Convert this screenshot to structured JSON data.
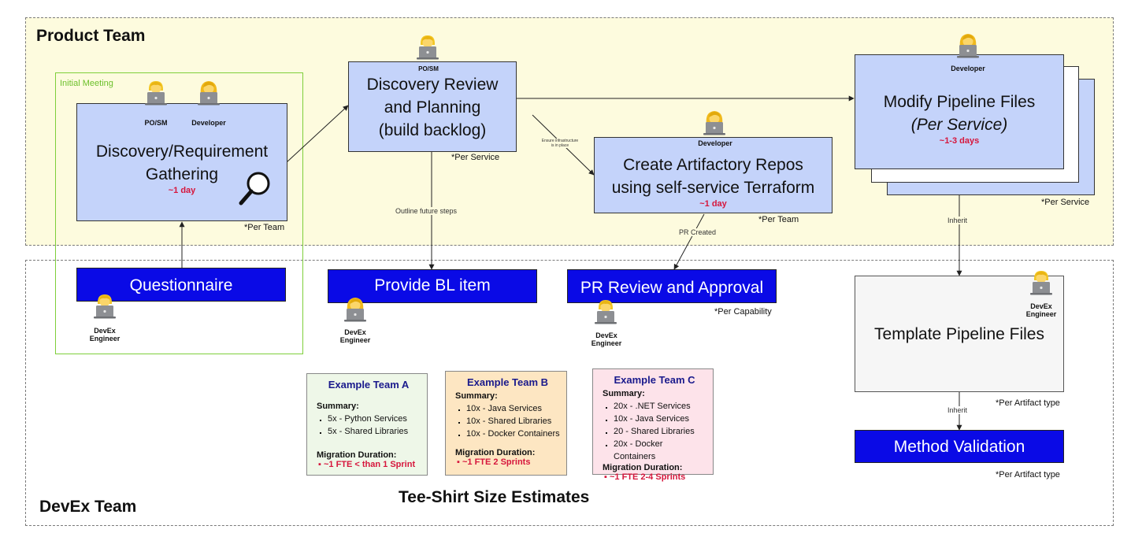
{
  "zones": {
    "product": "Product Team",
    "devex": "DevEx Team",
    "initial_meeting": "Initial Meeting"
  },
  "roles": {
    "po_sm": "PO/SM",
    "developer": "Developer",
    "devex_engineer_line1": "DevEx",
    "devex_engineer_line2": "Engineer"
  },
  "boxes": {
    "discovery": {
      "title_line1": "Discovery/Requirement",
      "title_line2": "Gathering",
      "duration": "~1 day",
      "note": "*Per Team"
    },
    "review": {
      "title_line1": "Discovery Review",
      "title_line2": "and Planning",
      "title_line3": "(build backlog)",
      "note": "*Per Service"
    },
    "artifactory": {
      "title_line1": "Create Artifactory Repos",
      "title_line2": "using self-service Terraform",
      "duration": "~1 day",
      "note": "*Per Team"
    },
    "pipeline": {
      "title_line1": "Modify Pipeline Files",
      "title_line2": "(Per Service)",
      "duration": "~1-3 days",
      "note": "*Per Service"
    },
    "template": {
      "title": "Template Pipeline Files",
      "note": "*Per Artifact type"
    },
    "questionnaire": {
      "title": "Questionnaire"
    },
    "bl_item": {
      "title": "Provide BL item"
    },
    "pr_review": {
      "title": "PR Review and Approval",
      "note": "*Per Capability"
    },
    "method": {
      "title": "Method Validation",
      "note": "*Per Artifact type"
    }
  },
  "edges": {
    "outline": "Outline future steps",
    "ensure_line1": "Ensure infrastructure",
    "ensure_line2": "is in place",
    "pr_created": "PR Created",
    "inherit1": "Inherit",
    "inherit2": "Inherit"
  },
  "estimates": {
    "title": "Tee-Shirt Size Estimates",
    "summary_label": "Summary:",
    "duration_label": "Migration Duration:",
    "teams": [
      {
        "name": "Example Team A",
        "items": [
          "5x - Python Services",
          "5x - Shared Libraries"
        ],
        "duration": "~1 FTE < than 1 Sprint",
        "bg": "#eef7e8"
      },
      {
        "name": "Example Team B",
        "items": [
          "10x - Java Services",
          "10x - Shared Libraries",
          "10x - Docker Containers"
        ],
        "duration": "~1 FTE 2 Sprints",
        "bg": "#fde6c2"
      },
      {
        "name": "Example Team C",
        "items": [
          "20x - .NET Services",
          "10x - Java Services",
          "20 - Shared Libraries",
          "20x - Docker Containers"
        ],
        "duration": "~1 FTE  2-4 Sprints",
        "bg": "#fde3ea"
      }
    ]
  },
  "colors": {
    "product_zone": "#fdfbde",
    "process_box": "#c4d3fa",
    "devex_bar": "#0a0ae6",
    "duration": "#d6163c",
    "initial_meeting_border": "#7ecf3a"
  }
}
